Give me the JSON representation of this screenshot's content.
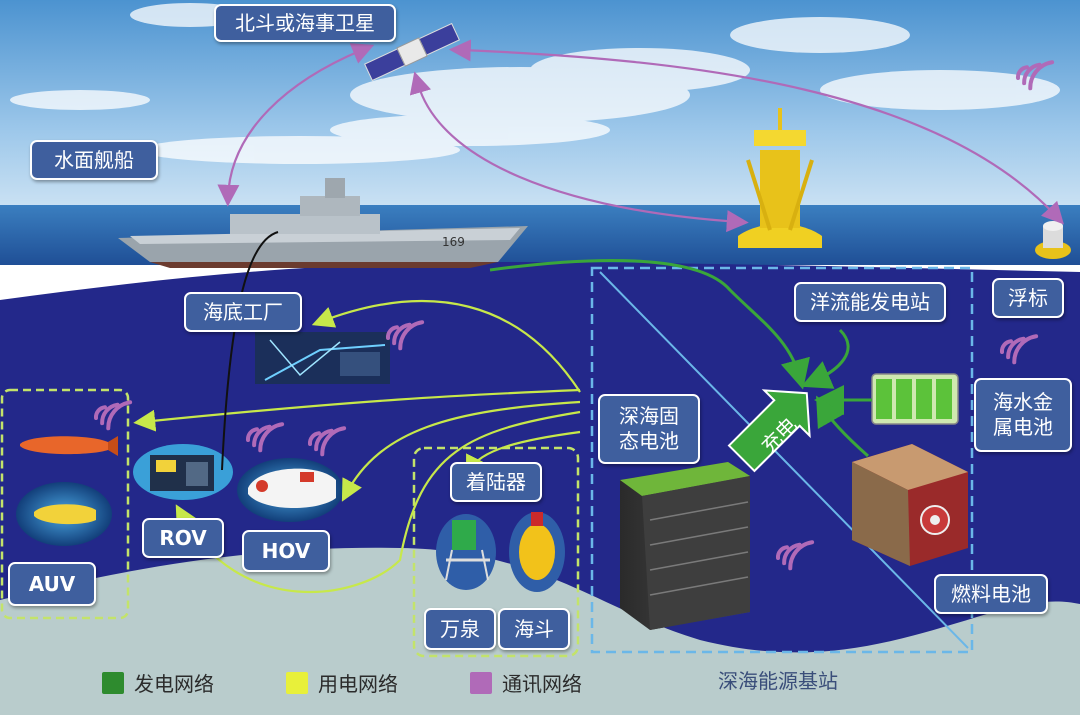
{
  "labels": {
    "satellite": "北斗或海事卫星",
    "ship": "水面舰船",
    "factory": "海底工厂",
    "ocean_current": "洋流能发电站",
    "buoy": "浮标",
    "seawater_battery": "海水金\n属电池",
    "solid_battery": "深海固\n态电池",
    "lander": "着陆器",
    "rov": "ROV",
    "hov": "HOV",
    "auv": "AUV",
    "fuel_cell": "燃料电池",
    "wanquan": "万泉",
    "haidou": "海斗",
    "charge": "充电",
    "ship_number": "169"
  },
  "caption": "深海能源基站",
  "legend": [
    {
      "label": "发电网络",
      "color": "#2e8b2e"
    },
    {
      "label": "用电网络",
      "color": "#e8f03a"
    },
    {
      "label": "通讯网络",
      "color": "#b06ab8"
    }
  ],
  "colors": {
    "sky_top": "#5a9fd6",
    "sea_surface": "#2f6fb3",
    "deep_sea": "#23288a",
    "seabed": "#b9cccc",
    "label_bg": "#3f5f9e",
    "power_line": "#3aa63a",
    "use_line": "#c7e84a",
    "comm_line": "#b06ab8",
    "dashed_box": "#c3e36a",
    "station_box": "#6bb7e8"
  }
}
